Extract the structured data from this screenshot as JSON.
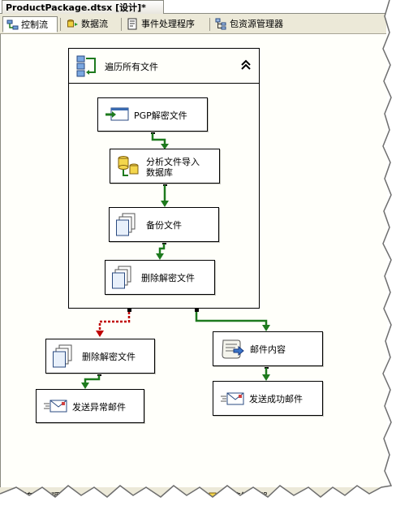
{
  "document_tab": {
    "title": "ProductPackage.dtsx [设计]*"
  },
  "designer_tabs": [
    {
      "label": "控制流",
      "icon": "control-flow-icon",
      "active": true
    },
    {
      "label": "数据流",
      "icon": "data-flow-icon",
      "active": false
    },
    {
      "label": "事件处理程序",
      "icon": "event-handler-icon",
      "active": false
    },
    {
      "label": "包资源管理器",
      "icon": "package-explorer-icon",
      "active": false
    }
  ],
  "container": {
    "title": "遍历所有文件",
    "icon": "foreach-loop-icon",
    "collapse_icon": "double-chevron-up-icon"
  },
  "tasks": {
    "pgp_decrypt": {
      "label": "PGP解密文件",
      "icon": "execute-process-icon"
    },
    "analyze_import": {
      "label": "分析文件导入\n数据库",
      "icon": "data-flow-task-icon"
    },
    "backup": {
      "label": "备份文件",
      "icon": "file-system-task-icon"
    },
    "delete_inner": {
      "label": "删除解密文件",
      "icon": "file-system-task-icon"
    },
    "delete_outer": {
      "label": "删除解密文件",
      "icon": "file-system-task-icon"
    },
    "send_error_mail": {
      "label": "发送异常邮件",
      "icon": "send-mail-task-icon"
    },
    "mail_content": {
      "label": "邮件内容",
      "icon": "script-task-icon"
    },
    "send_success_mail": {
      "label": "发送成功邮件",
      "icon": "send-mail-task-icon"
    }
  },
  "colors": {
    "success": "#1e7a1e",
    "failure": "#c00000",
    "canvas": "#fffffa",
    "chrome": "#ece9d8"
  },
  "bottom_tabs": [
    {
      "label": "连接管理器",
      "icon": "connection-manager-icon"
    },
    {
      "label": "连接管理器",
      "icon": "connection-manager-icon"
    }
  ]
}
